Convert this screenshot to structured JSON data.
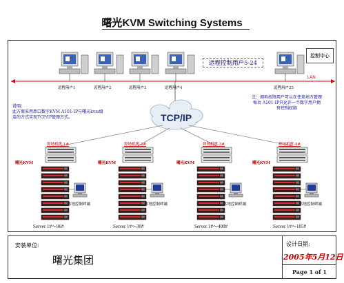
{
  "title": "曙光KVM   Switching Systems",
  "network": {
    "lan_label": "LAN",
    "tcpip_label": "TCP/IP",
    "control_center_label": "控制中心",
    "remote_users_label": "远程控制用户5-24",
    "remote_users": [
      "远程用户1",
      "远程用户2",
      "远程用户3",
      "远程用户4",
      "远程用户25"
    ]
  },
  "notes": {
    "left_note_lines": [
      "说明：",
      "此方案采用串口数字KVM A101-IP与曙光kvm级",
      "连的方式实现TCP/IP管理方式。"
    ],
    "right_note_lines": [
      "注：拥有权限用户可以在任意地方管理",
      "每台 A101-IP只允许一个数字用户拥",
      "有控制权限"
    ]
  },
  "cabinets": [
    {
      "top_label": "异地机房-1#",
      "kvm_label": "曙光KVM",
      "terminal_label": "本地控制终端",
      "server_label": "Server 1#～96#"
    },
    {
      "top_label": "异地机房-2#",
      "kvm_label": "曙光KVM",
      "terminal_label": "本地控制终端",
      "server_label": "Server 1#～30#"
    },
    {
      "top_label": "异地机房-3#",
      "kvm_label": "曙光KVM",
      "terminal_label": "本地控制终端",
      "server_label": "Server 1#～400#"
    },
    {
      "top_label": "异地机房-4#",
      "kvm_label": "曙光KVM",
      "terminal_label": "本地控制终端",
      "server_label": "Server 1#～105#"
    }
  ],
  "footer": {
    "install_unit_label": "安装单位:",
    "company": "曙光集团",
    "design_date_label": "设计日期:",
    "design_date": "2005年5月12日",
    "page": "Page 1 of 1"
  },
  "colors": {
    "accent_red": "#cc0000",
    "note_blue": "#1a1aa8",
    "lan_line": "#cc0000",
    "cloud": "#e8eef6"
  }
}
